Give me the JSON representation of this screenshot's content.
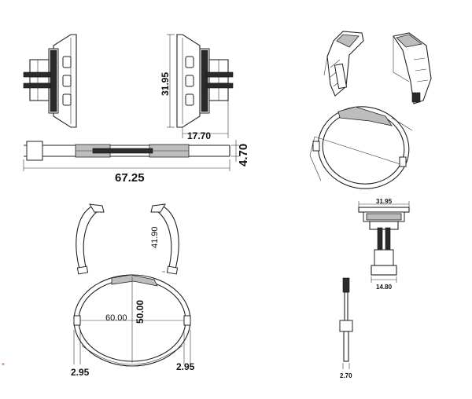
{
  "dimensions": {
    "d_31_95_left": "31.95",
    "d_17_70": "17.70",
    "d_4_70": "4.70",
    "d_67_25": "67.25",
    "d_41_90": "41.90",
    "d_60_00": "60.00",
    "d_50_00": "50.00",
    "d_2_95_left": "2.95",
    "d_2_95_right": "2.95",
    "d_31_95_small": "31.95",
    "d_14_80": "14.80",
    "d_2_70": "2.70"
  },
  "colors": {
    "line": "#222222",
    "fill_dark": "#2a2a2a",
    "fill_grey": "#bdbdbd",
    "accent": "#cc2222"
  }
}
